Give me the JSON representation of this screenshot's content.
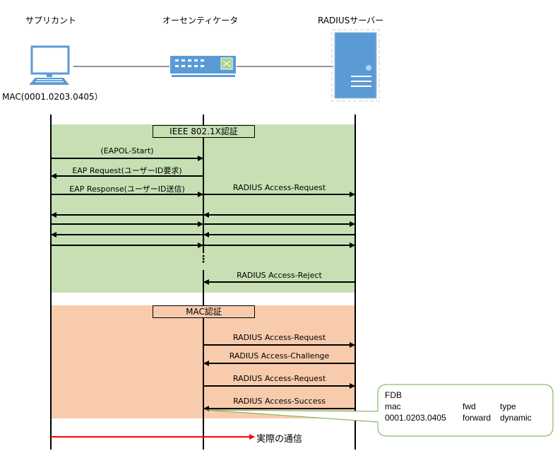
{
  "nodes": {
    "supplicant": {
      "label": "サプリカント",
      "mac_label": "MAC(0001.0203.0405）"
    },
    "authenticator": {
      "label": "オーセンティケータ"
    },
    "radius": {
      "label": "RADIUSサーバー"
    }
  },
  "colors": {
    "device_blue": "#5b9bd5",
    "phase1_bg": "#c6e0b4",
    "phase2_bg": "#f8cbad",
    "callout_border": "#70ad47",
    "actual_traffic": "#ff0000"
  },
  "phase1": {
    "title": "IEEE 802.1X認証",
    "messages": [
      {
        "label": "(EAPOL-Start)",
        "from": "supplicant",
        "to": "authenticator"
      },
      {
        "label": "EAP Request(ユーザーID要求)",
        "from": "authenticator",
        "to": "supplicant"
      },
      {
        "label": "EAP Response(ユーザーID送信)",
        "from": "supplicant",
        "to": "authenticator"
      },
      {
        "label": "RADIUS Access-Request",
        "from": "authenticator",
        "to": "radius"
      },
      {
        "label": "RADIUS Access-Reject",
        "from": "radius",
        "to": "authenticator"
      }
    ],
    "ellipsis": "⋮"
  },
  "phase2": {
    "title": "MAC認証",
    "messages": [
      {
        "label": "RADIUS Access-Request"
      },
      {
        "label": "RADIUS Access-Challenge"
      },
      {
        "label": "RADIUS Access-Request"
      },
      {
        "label": "RADIUS Access-Success"
      }
    ]
  },
  "fdb": {
    "title": "FDB",
    "headers": [
      "mac",
      "fwd",
      "type"
    ],
    "row": [
      "0001.0203.0405",
      "forward",
      "dynamic"
    ]
  },
  "actual_traffic_label": "実際の通信"
}
